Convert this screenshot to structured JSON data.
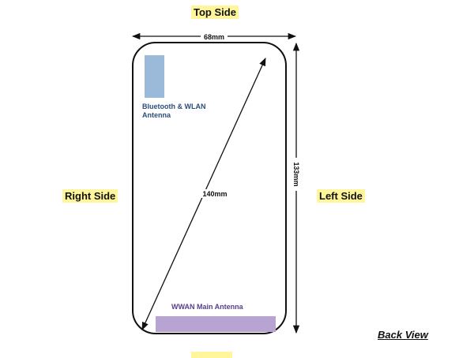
{
  "labels": {
    "top_side": "Top Side",
    "right_side": "Right Side",
    "left_side": "Left Side",
    "back_view": "Back View"
  },
  "dimensions": {
    "width": "68mm",
    "height": "133mm",
    "diagonal": "140mm"
  },
  "antennas": {
    "bt_wlan": {
      "label_line1": "Bluetooth & WLAN",
      "label_line2": "Antenna",
      "color": "#9bbad9",
      "label_color": "#2a4d7a"
    },
    "wwan_main": {
      "label": "WWAN Main Antenna",
      "color": "#b8a4d2",
      "label_color": "#5a3d8a"
    }
  },
  "colors": {
    "side_label_highlight": "#fff59a",
    "outline": "#111111"
  }
}
